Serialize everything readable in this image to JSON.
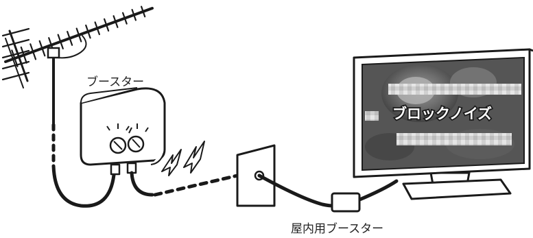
{
  "labels": {
    "booster": "ブースター",
    "indoor_booster": "屋内用ブースター",
    "block_noise": "ブロックノイズ"
  },
  "colors": {
    "line": "#1a1a1a",
    "screen_dark": "#4a4a4a",
    "noise_light": "#d9d9d9",
    "background": "#ffffff"
  },
  "icons": [
    "antenna-icon",
    "booster-box-icon",
    "interference-zigzag-icon",
    "wall-outlet-icon",
    "television-icon",
    "indoor-booster-icon"
  ]
}
